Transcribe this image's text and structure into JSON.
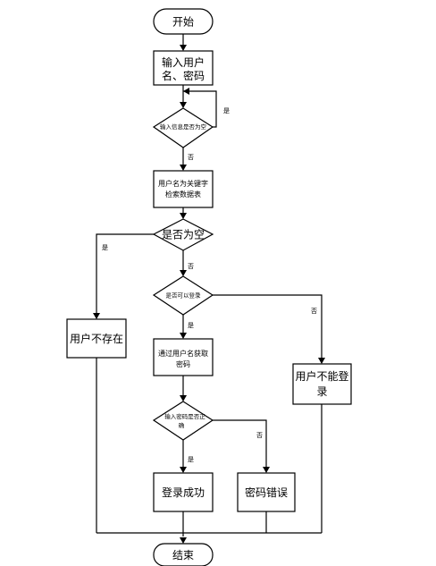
{
  "flowchart": {
    "start": "开始",
    "input_line1": "输入用户",
    "input_line2": "名、密码",
    "check_empty_input": "输入信息是否为空",
    "query_line1": "用户名为关键字",
    "query_line2": "检索数据表",
    "is_empty": "是否为空",
    "user_not_exist": "用户不存在",
    "can_login": "是否可以登录",
    "fetch_line1": "通过用户名获取",
    "fetch_line2": "密码",
    "cannot_login_line1": "用户不能登",
    "cannot_login_line2": "录",
    "check_password_line1": "输入密码是否正",
    "check_password_line2": "确",
    "login_success": "登录成功",
    "password_error": "密码错误",
    "end": "结束"
  },
  "edge_labels": {
    "loop_yes": "是",
    "no_1": "否",
    "yes_empty": "是",
    "no_2": "否",
    "no_login": "否",
    "yes_login": "是",
    "no_password": "否",
    "yes_password": "是"
  }
}
